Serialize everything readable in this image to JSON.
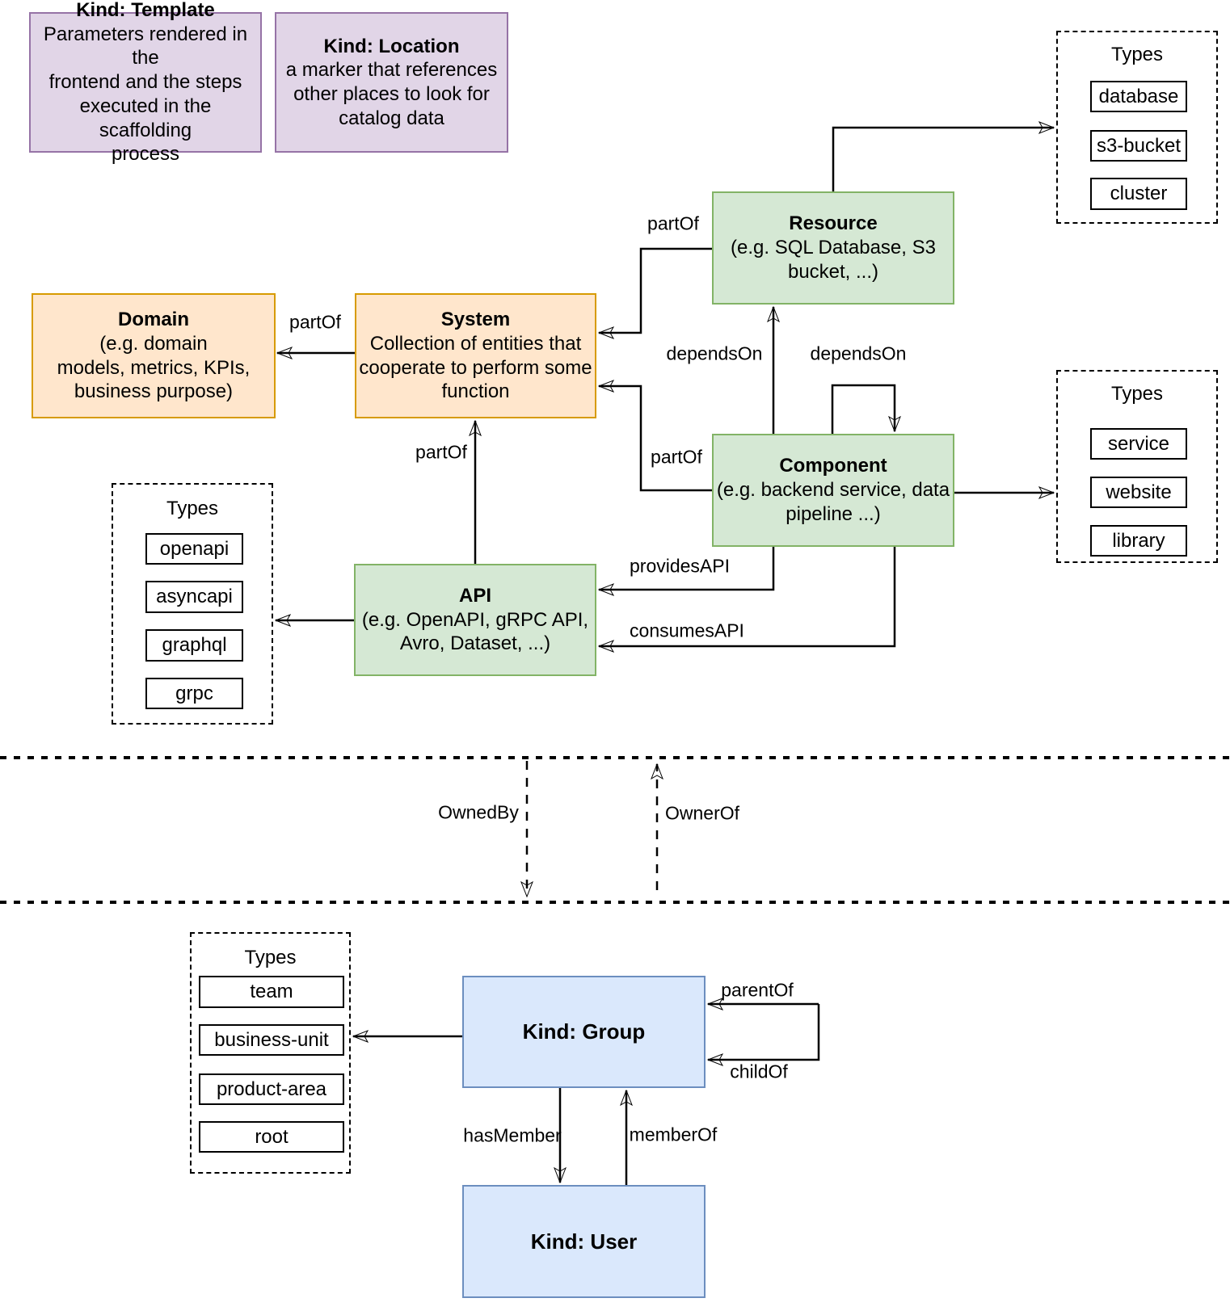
{
  "notes": {
    "template": {
      "title": "Kind: Template",
      "body": "Parameters rendered in the\nfrontend and the steps\nexecuted in  the scaffolding\nprocess"
    },
    "location": {
      "title": "Kind: Location",
      "body": "a marker that references\nother places to look for\ncatalog data"
    }
  },
  "entities": {
    "domain": {
      "title": "Domain",
      "body": "(e.g.  domain\nmodels, metrics, KPIs,\nbusiness purpose)"
    },
    "system": {
      "title": "System",
      "body": "Collection of entities that\ncooperate to perform some\nfunction"
    },
    "resource": {
      "title": "Resource",
      "body": "(e.g. SQL Database, S3\nbucket, ...)"
    },
    "component": {
      "title": "Component",
      "body": "(e.g. backend service, data\npipeline ...)"
    },
    "api": {
      "title": "API",
      "body": "(e.g. OpenAPI, gRPC API,\nAvro, Dataset, ...)"
    },
    "group": {
      "title": "Kind: Group"
    },
    "user": {
      "title": "Kind: User"
    }
  },
  "type_boxes": {
    "resource_types": {
      "title": "Types",
      "items": [
        "database",
        "s3-bucket",
        "cluster"
      ]
    },
    "component_types": {
      "title": "Types",
      "items": [
        "service",
        "website",
        "library"
      ]
    },
    "api_types": {
      "title": "Types",
      "items": [
        "openapi",
        "asyncapi",
        "graphql",
        "grpc"
      ]
    },
    "group_types": {
      "title": "Types",
      "items": [
        "team",
        "business-unit",
        "product-area",
        "root"
      ]
    }
  },
  "edges": {
    "partOf_system_domain": "partOf",
    "partOf_resource_system": "partOf",
    "partOf_component_system": "partOf",
    "partOf_api_system": "partOf",
    "dependsOn_component_resource": "dependsOn",
    "dependsOn_component_component": "dependsOn",
    "providesAPI": "providesAPI",
    "consumesAPI": "consumesAPI",
    "ownedBy": "OwnedBy",
    "ownerOf": "OwnerOf",
    "parentOf": "parentOf",
    "childOf": "childOf",
    "hasMember": "hasMember",
    "memberOf": "memberOf"
  },
  "colors": {
    "green_fill": "#d5e8d4",
    "green_border": "#82b366",
    "orange_fill": "#ffe6cc",
    "orange_border": "#d79b00",
    "purple_fill": "#e1d5e7",
    "purple_border": "#9673a6",
    "blue_fill": "#dae8fc",
    "blue_border": "#6c8ebf",
    "line": "#000000",
    "background": "#ffffff"
  }
}
